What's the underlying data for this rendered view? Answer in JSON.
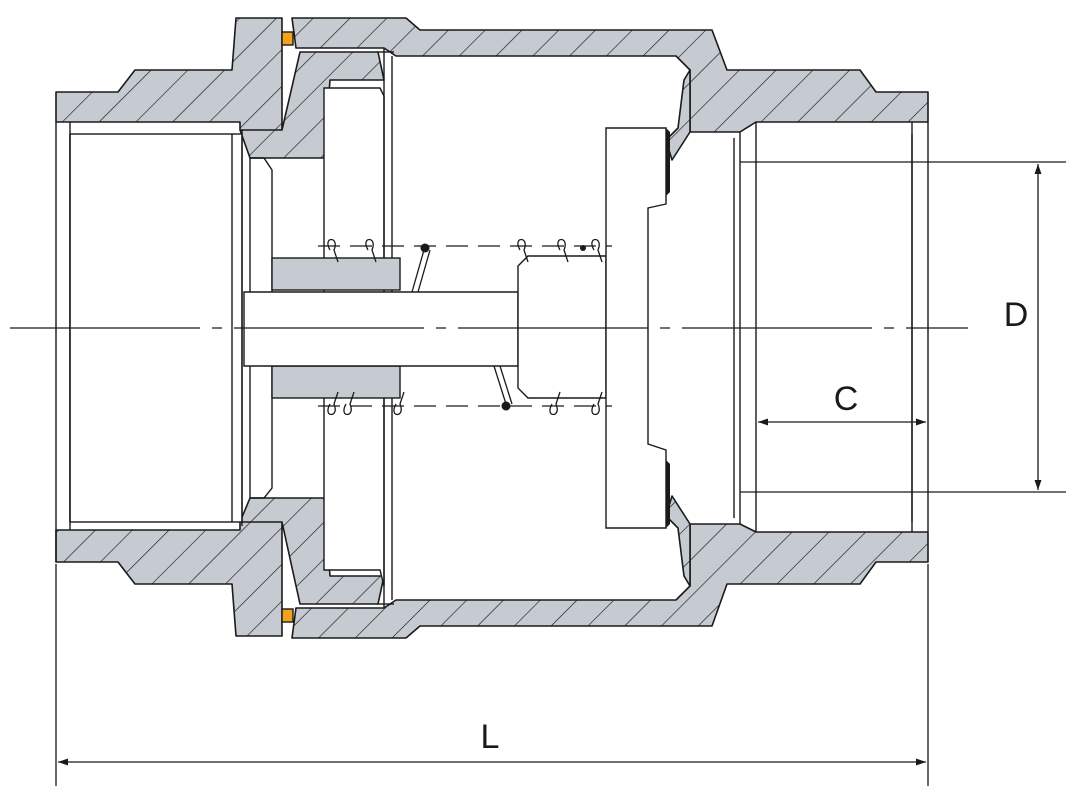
{
  "dimensions": {
    "length_label": "L",
    "diameter_label": "D",
    "thread_label": "C"
  },
  "colors": {
    "body_fill": "#c6cbd2",
    "line": "#1a1a1a",
    "seal": "#f2a31b",
    "background": "#ffffff"
  }
}
